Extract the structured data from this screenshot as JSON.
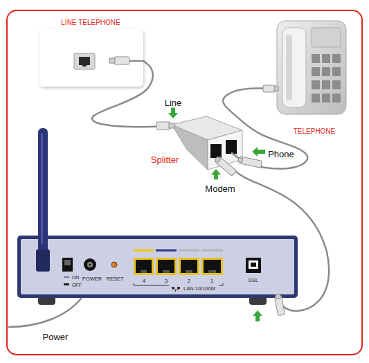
{
  "diagram": {
    "nodes": [
      {
        "text": [
          "LINE TELEPHONE"
        ]
      },
      {
        "text": [
          "TELEPHONE"
        ]
      },
      {
        "text": [
          "Splitter"
        ]
      },
      {
        "text": [
          "ON",
          "OFF",
          "POWER",
          "RESET",
          "4",
          "3",
          "2",
          "1",
          "LAN 10/100M",
          "DSL"
        ]
      }
    ],
    "edges": [
      {
        "from": 0,
        "to": 2,
        "arrow": "none"
      },
      {
        "from": 2,
        "to": 1,
        "arrow": "none"
      },
      {
        "from": 2,
        "to": 3,
        "arrow": "none"
      }
    ],
    "labels": [
      "Line",
      "Phone",
      "Modem",
      "Power"
    ]
  }
}
